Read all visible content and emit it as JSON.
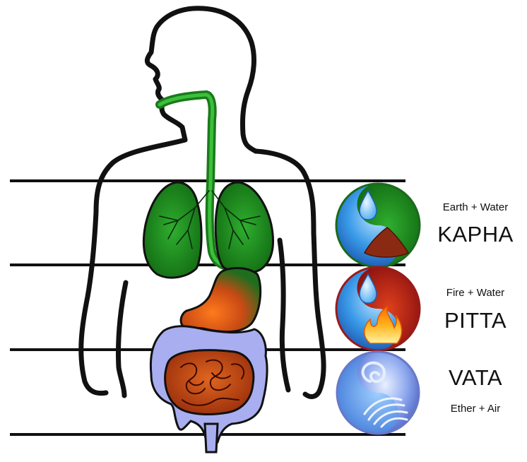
{
  "doshas": [
    {
      "key": "kapha",
      "name": "KAPHA",
      "elements": "Earth + Water"
    },
    {
      "key": "pitta",
      "name": "PITTA",
      "elements": "Fire + Water"
    },
    {
      "key": "vata",
      "name": "VATA",
      "elements": "Ether + Air"
    }
  ],
  "colors": {
    "outline": "#111111",
    "airway": "#1d8a1d",
    "lungs": "#1e8f1e",
    "stomach": "#1e7a24",
    "stomach_fire": "#d4501a",
    "small_intestine": "#b8410f",
    "large_intestine": "#a9b0f0",
    "water": "#2f8fe0",
    "earth": "#8b2a12",
    "fire_ring": "#b02020",
    "vata_ring": "#7f8fd8"
  }
}
